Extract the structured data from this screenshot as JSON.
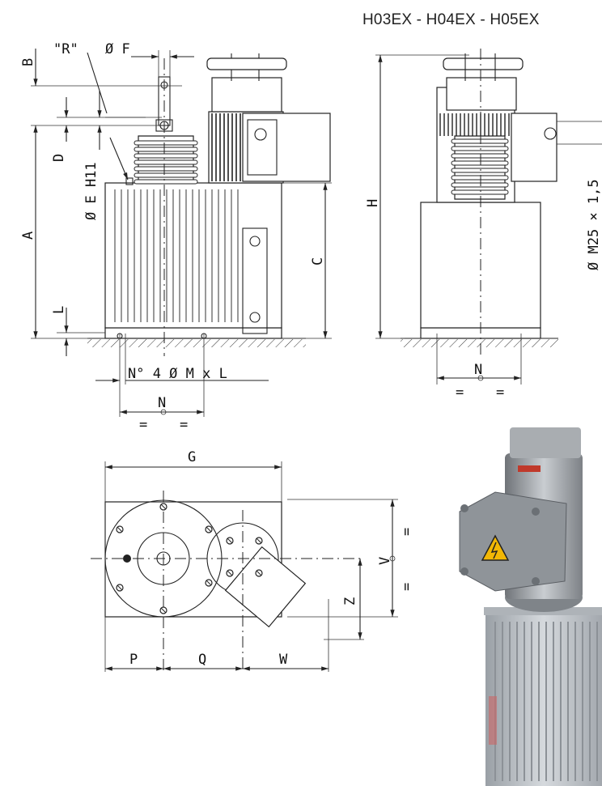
{
  "header": {
    "title": "H03EX - H04EX - H05EX"
  },
  "front_view": {
    "labels": {
      "R": "\"R\"",
      "F": "Ø F",
      "B": "B",
      "D": "D",
      "E": "Ø E H11",
      "A": "A",
      "L": "L",
      "C": "C",
      "mount": "N° 4 Ø M x L",
      "N": "N",
      "eq1": "=",
      "eq2": "="
    }
  },
  "side_view": {
    "labels": {
      "H": "H",
      "thread": "Ø M25 × 1,5",
      "N": "N",
      "eq1": "=",
      "eq2": "="
    }
  },
  "top_view": {
    "labels": {
      "G": "G",
      "V": "V",
      "Z": "Z",
      "P": "P",
      "Q": "Q",
      "W": "W",
      "eq1": "=",
      "eq2": "="
    }
  },
  "colors": {
    "line": "#222222",
    "warning": "#f2b705",
    "motor": "#8a8a8a",
    "tank": "#b9bec4"
  }
}
